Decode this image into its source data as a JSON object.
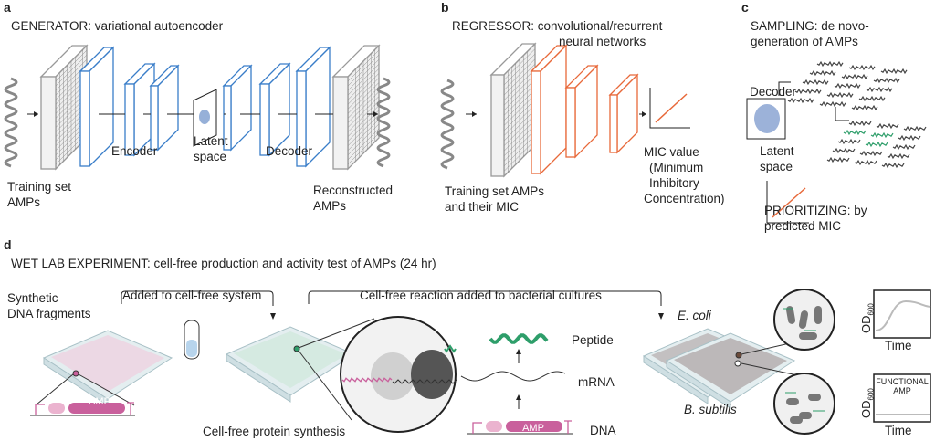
{
  "panels": {
    "a": {
      "letter": "a",
      "title": "GENERATOR: variational autoencoder",
      "training": [
        "Training set",
        "AMPs"
      ],
      "encoder": "Encoder",
      "latent": [
        "Latent",
        "space"
      ],
      "decoder": "Decoder",
      "reconstructed": [
        "Reconstructed",
        "AMPs"
      ]
    },
    "b": {
      "letter": "b",
      "title": [
        "REGRESSOR: convolutional/recurrent",
        "neural networks"
      ],
      "training": [
        "Training set AMPs",
        "and their MIC"
      ],
      "mic": [
        "MIC value",
        "(Minimum",
        "Inhibitory",
        "Concentration)"
      ]
    },
    "c": {
      "letter": "c",
      "title": [
        "SAMPLING: de novo-",
        "generation of AMPs"
      ],
      "decoder": "Decoder",
      "latent": [
        "Latent",
        "space"
      ],
      "prioritizing": [
        "PRIORITIZING: by",
        "predicted MIC"
      ]
    },
    "d": {
      "letter": "d",
      "title": "WET LAB EXPERIMENT: cell-free production and activity test of AMPs (24 hr)",
      "synthetic": [
        "Synthetic",
        "DNA fragments"
      ],
      "added": "Added to cell-free system",
      "reaction": "Cell-free reaction added to bacterial cultures",
      "peptide": "Peptide",
      "mrna": "mRNA",
      "dna": "DNA",
      "amp": "AMP",
      "synthesis": "Cell-free protein synthesis",
      "ecoli": "E. coli",
      "bsub": "B. subtilis",
      "od": "OD",
      "od_sub": "600",
      "time": "Time",
      "functional": [
        "FUNCTIONAL",
        "AMP"
      ]
    }
  },
  "colors": {
    "blue": "#3a7ec9",
    "orange": "#e8693a",
    "pink": "#c9609c",
    "green": "#2e9e6a",
    "grey": "#d9d9d9"
  }
}
